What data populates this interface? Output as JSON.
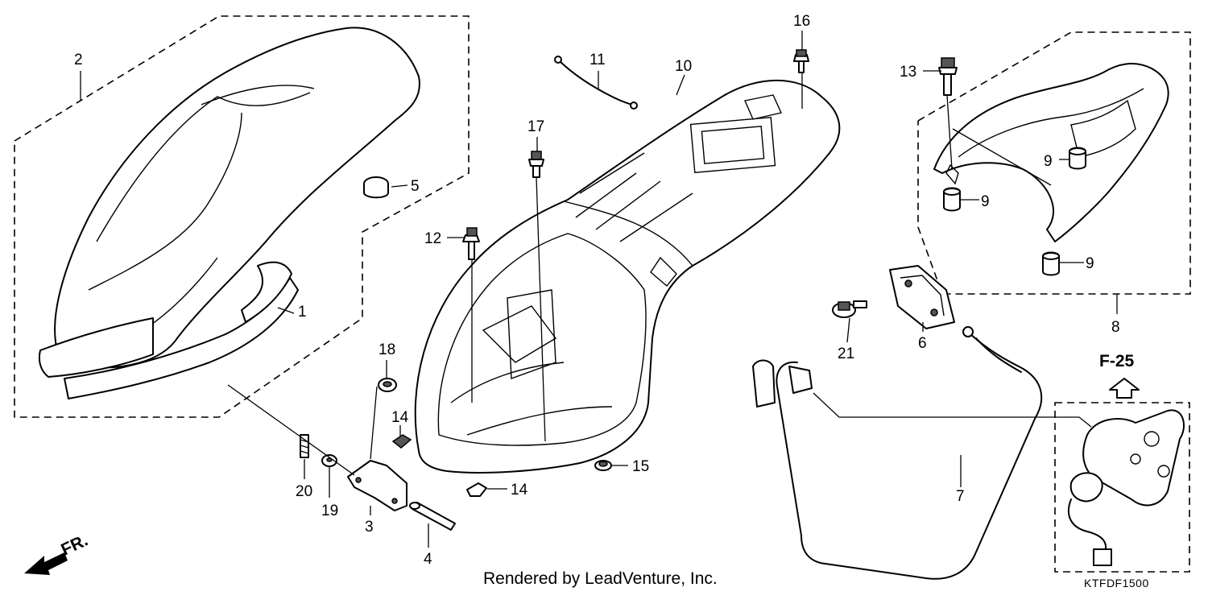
{
  "callouts": {
    "c1": "1",
    "c2": "2",
    "c3": "3",
    "c4": "4",
    "c5": "5",
    "c6": "6",
    "c7": "7",
    "c8": "8",
    "c9a": "9",
    "c9b": "9",
    "c9c": "9",
    "c10": "10",
    "c11": "11",
    "c12": "12",
    "c13": "13",
    "c14a": "14",
    "c14b": "14",
    "c15": "15",
    "c16": "16",
    "c17": "17",
    "c18": "18",
    "c19": "19",
    "c20": "20",
    "c21": "21"
  },
  "reference": "F-25",
  "front_marker": "FR.",
  "footer": {
    "credit": "Rendered by LeadVenture, Inc.",
    "diagram_code": "KTFDF1500"
  }
}
